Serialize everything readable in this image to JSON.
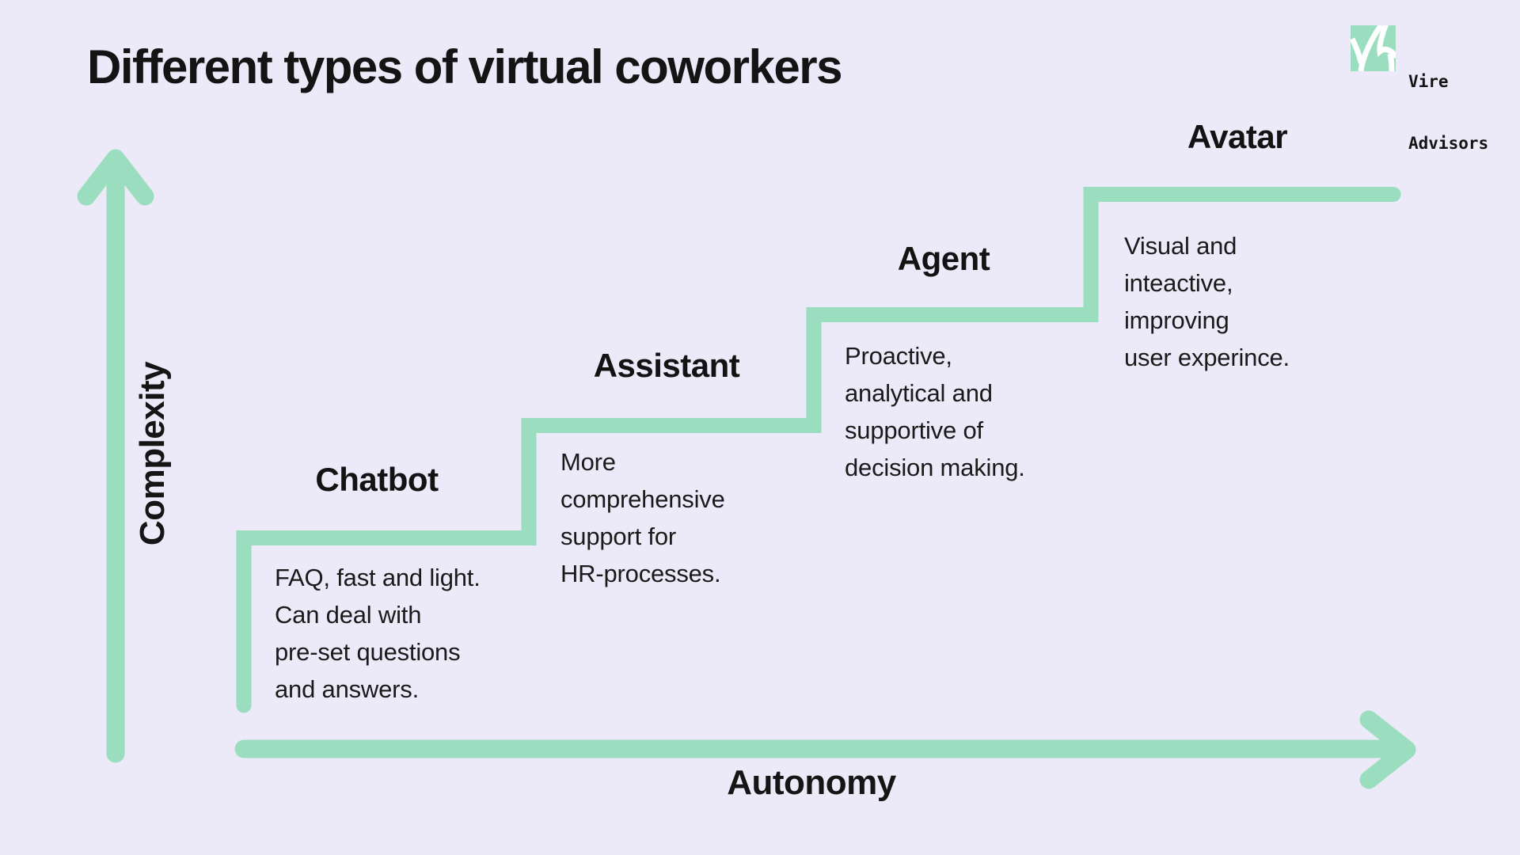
{
  "title": "Different types of virtual coworkers",
  "logo": {
    "name": "Vire Advisors",
    "line1": "Vire",
    "line2": "Advisors",
    "icon": "vire-advisors-monogram"
  },
  "axes": {
    "y": "Complexity",
    "x": "Autonomy"
  },
  "steps": [
    {
      "label": "Chatbot",
      "lines": [
        "FAQ, fast and light.",
        "Can deal with",
        "pre-set questions",
        "and answers."
      ]
    },
    {
      "label": "Assistant",
      "lines": [
        "More",
        "comprehensive",
        "support for",
        "HR-processes."
      ]
    },
    {
      "label": "Agent",
      "lines": [
        "Proactive,",
        "analytical and",
        "supportive of",
        "decision making."
      ]
    },
    {
      "label": "Avatar",
      "lines": [
        "Visual and",
        "inteactive,",
        "improving",
        "user experince."
      ]
    }
  ],
  "colors": {
    "background": "#eceaf8",
    "accent": "#9adebf",
    "text": "#151515"
  }
}
